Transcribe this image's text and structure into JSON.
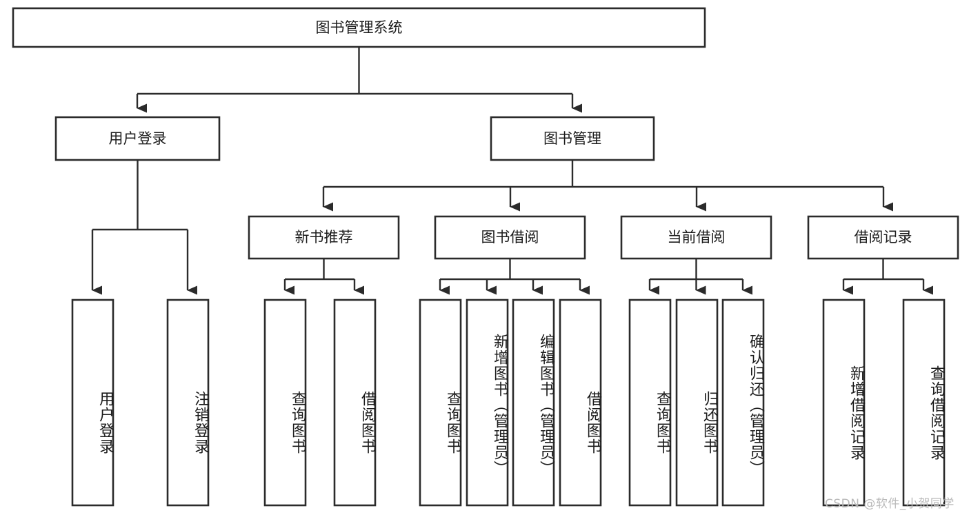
{
  "diagram": {
    "type": "tree-hierarchy",
    "title_node": {
      "id": "root",
      "label": "图书管理系统"
    },
    "level1": [
      {
        "id": "user-login",
        "label": "用户登录"
      },
      {
        "id": "book-manage",
        "label": "图书管理"
      }
    ],
    "level2": [
      {
        "id": "new-book-rec",
        "label": "新书推荐",
        "parent": "book-manage"
      },
      {
        "id": "book-borrow",
        "label": "图书借阅",
        "parent": "book-manage"
      },
      {
        "id": "current-borrow",
        "label": "当前借阅",
        "parent": "book-manage"
      },
      {
        "id": "borrow-record",
        "label": "借阅记录",
        "parent": "book-manage"
      }
    ],
    "leaves": [
      {
        "id": "leaf-user-login",
        "label": "用户登录",
        "parent": "user-login"
      },
      {
        "id": "leaf-logout",
        "label": "注销登录",
        "parent": "user-login"
      },
      {
        "id": "leaf-query-book-1",
        "label": "查询图书",
        "parent": "new-book-rec"
      },
      {
        "id": "leaf-borrow-book-1",
        "label": "借阅图书",
        "parent": "new-book-rec"
      },
      {
        "id": "leaf-query-book-2",
        "label": "查询图书",
        "parent": "book-borrow"
      },
      {
        "id": "leaf-add-book",
        "label": "新增图书（管理员）",
        "parent": "book-borrow"
      },
      {
        "id": "leaf-edit-book",
        "label": "编辑图书（管理员）",
        "parent": "book-borrow"
      },
      {
        "id": "leaf-borrow-book-2",
        "label": "借阅图书",
        "parent": "book-borrow"
      },
      {
        "id": "leaf-query-book-3",
        "label": "查询图书",
        "parent": "current-borrow"
      },
      {
        "id": "leaf-return-book",
        "label": "归还图书",
        "parent": "current-borrow"
      },
      {
        "id": "leaf-confirm-return",
        "label": "确认归还（管理员）",
        "parent": "current-borrow"
      },
      {
        "id": "leaf-add-record",
        "label": "新增借阅记录",
        "parent": "borrow-record"
      },
      {
        "id": "leaf-query-record",
        "label": "查询借阅记录",
        "parent": "borrow-record"
      }
    ],
    "watermark": "CSDN @软件_小贺同学",
    "colors": {
      "stroke": "#2b2b2b",
      "fill": "#ffffff",
      "text": "#1c1c1c",
      "watermark": "#b9b9b9",
      "background": "#ffffff"
    }
  }
}
